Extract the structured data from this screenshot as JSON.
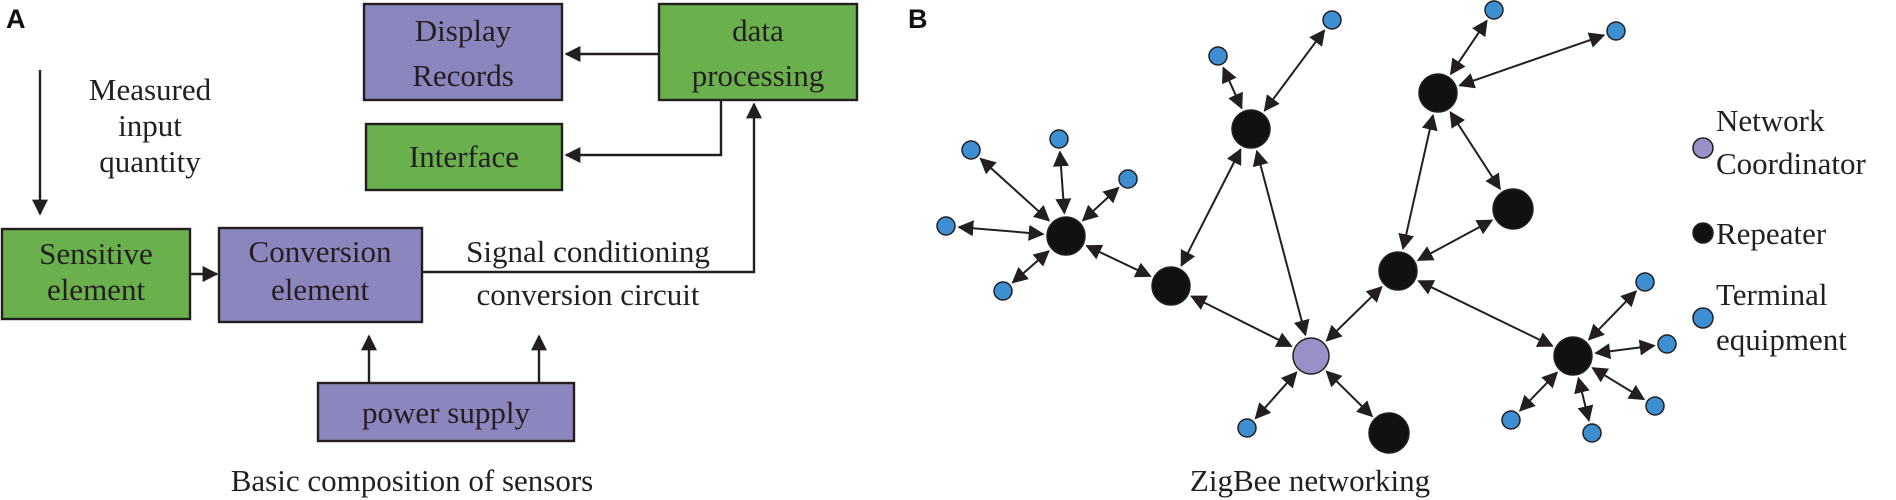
{
  "panel_a": {
    "letter": "A",
    "caption": "Basic composition of sensors",
    "input_label": [
      "Measured",
      "input",
      "quantity"
    ],
    "sensitive_element": [
      "Sensitive",
      "element"
    ],
    "conversion_element": [
      "Conversion",
      "element"
    ],
    "signal_label": [
      "Signal conditioning",
      "conversion circuit"
    ],
    "power_supply": "power supply",
    "display_records": [
      "Display",
      "Records"
    ],
    "data_processing": [
      "data",
      "processing"
    ],
    "interface": "Interface"
  },
  "panel_b": {
    "letter": "B",
    "caption": "ZigBee networking",
    "legend": [
      {
        "lines": [
          "Network",
          "Coordinator"
        ],
        "role": "coordinator"
      },
      {
        "lines": [
          "Repeater"
        ],
        "role": "repeater"
      },
      {
        "lines": [
          "Terminal",
          "equipment"
        ],
        "role": "terminal"
      }
    ]
  },
  "colors": {
    "green_box": "#6ab04c",
    "purple_box": "#8b86bd",
    "coordinator": "#9a8fc6",
    "repeater": "#111111",
    "terminal": "#3d8fd1",
    "stroke": "#231f20"
  }
}
